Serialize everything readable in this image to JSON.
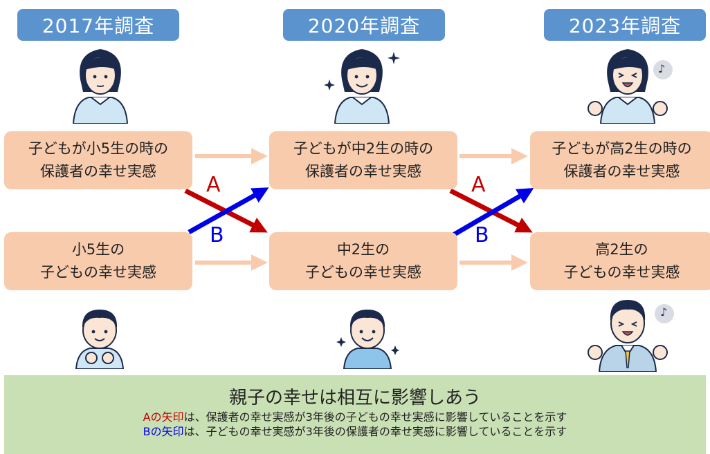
{
  "years": {
    "y2017": "2017年調査",
    "y2020": "2020年調査",
    "y2023": "2023年調査"
  },
  "boxes": {
    "parent_2017": {
      "line1": "子どもが小5生の時の",
      "line2": "保護者の幸せ実感"
    },
    "parent_2020": {
      "line1": "子どもが中2生の時の",
      "line2": "保護者の幸せ実感"
    },
    "parent_2023": {
      "line1": "子どもが高2生の時の",
      "line2": "保護者の幸せ実感"
    },
    "child_2017": {
      "line1": "小5生の",
      "line2": "子どもの幸せ実感"
    },
    "child_2020": {
      "line1": "中2生の",
      "line2": "子どもの幸せ実感"
    },
    "child_2023": {
      "line1": "高2生の",
      "line2": "子どもの幸せ実感"
    }
  },
  "arrow_labels": {
    "a": "A",
    "b": "B"
  },
  "summary": {
    "title": "親子の幸せは相互に影響しあう",
    "note_a_label": "Aの矢印",
    "note_a_text": "は、保護者の幸せ実感が3年後の子どもの幸せ実感に影響していることを示す",
    "note_b_label": "Bの矢印",
    "note_b_text": "は、子どもの幸せ実感が3年後の保護者の幸せ実感に影響していることを示す"
  },
  "music_note": "♪",
  "colors": {
    "year_tab": "#5b93cf",
    "box_fill": "#f8cbad",
    "arrow_pale": "#f8cbad",
    "arrow_a": "#c00000",
    "arrow_b": "#0000e6",
    "summary_bg": "#c9e0b4"
  },
  "icons": {
    "parent_2017": "mother-neutral-icon",
    "parent_2020": "mother-smiling-sparkle-icon",
    "parent_2023": "mother-cheering-music-icon",
    "child_2017": "boy-cheering-icon",
    "child_2020": "boy-smiling-sparkle-icon",
    "child_2023": "young-man-suit-cheering-music-icon"
  }
}
